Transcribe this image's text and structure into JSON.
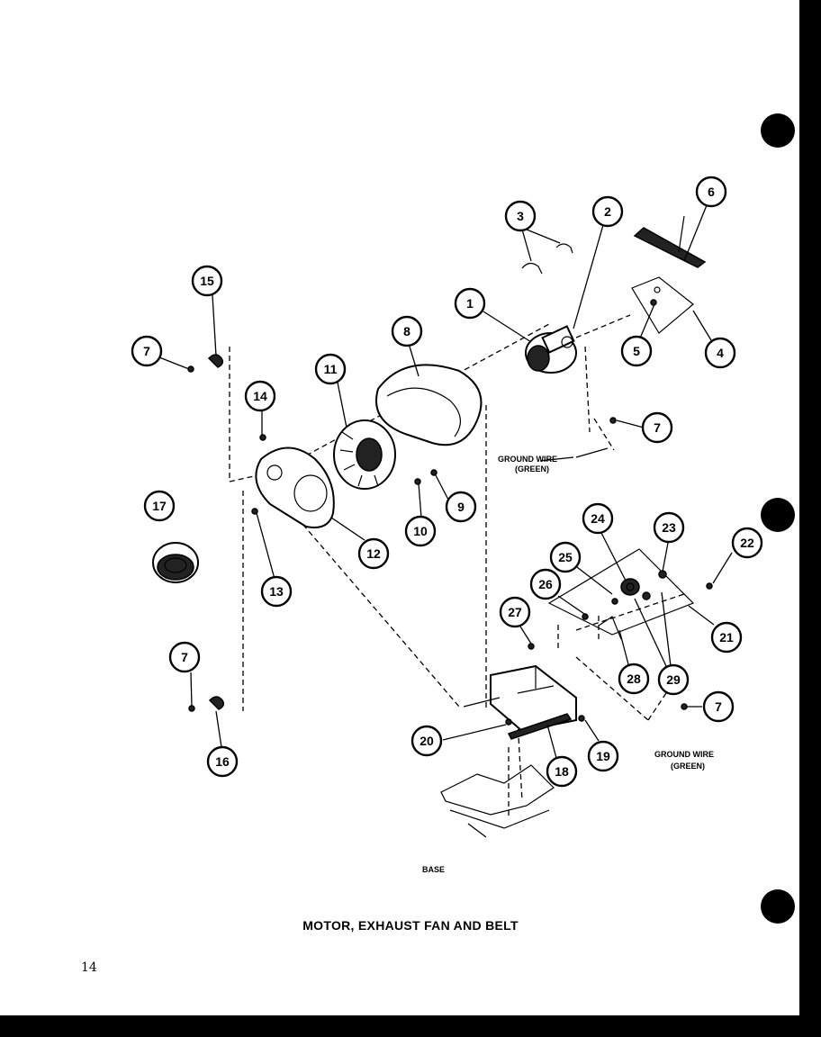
{
  "diagram": {
    "title": "MOTOR, EXHAUST FAN AND BELT",
    "page_number": "14",
    "notes": {
      "ground_wire_upper": [
        "GROUND WIRE",
        "(GREEN)"
      ],
      "ground_wire_lower": [
        "GROUND WIRE",
        "(GREEN)"
      ],
      "base": "BASE"
    },
    "callouts": [
      "1",
      "2",
      "3",
      "4",
      "5",
      "6",
      "7",
      "7",
      "7",
      "7",
      "8",
      "9",
      "10",
      "11",
      "12",
      "13",
      "14",
      "15",
      "16",
      "17",
      "18",
      "19",
      "20",
      "21",
      "22",
      "23",
      "24",
      "25",
      "26",
      "27",
      "28",
      "29"
    ]
  }
}
